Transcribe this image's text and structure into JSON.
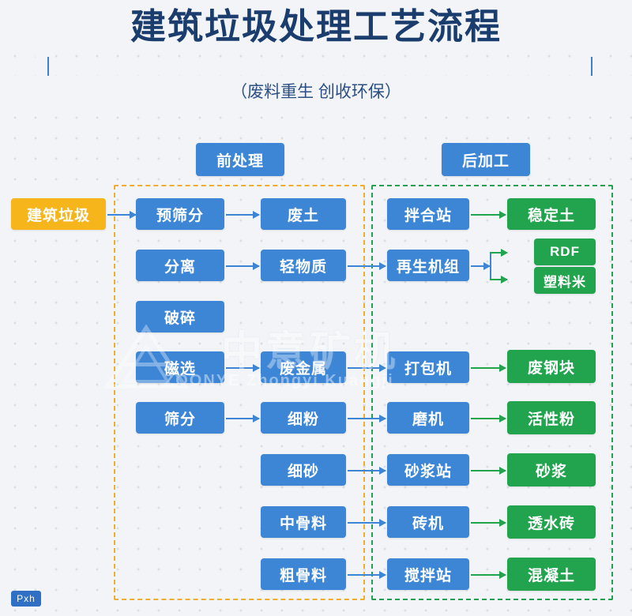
{
  "title": {
    "main": "建筑垃圾处理工艺流程",
    "sub": "（废料重生  创收环保）"
  },
  "groups": {
    "pre_label": "前处理",
    "post_label": "后加工"
  },
  "input_node": "建筑垃圾",
  "columns": {
    "process": [
      "预筛分",
      "分离",
      "破碎",
      "磁选",
      "筛分"
    ],
    "material": [
      "废土",
      "轻物质",
      "废金属",
      "细粉",
      "细砂",
      "中骨料",
      "粗骨料"
    ],
    "equipment": [
      "拌合站",
      "再生机组",
      "打包机",
      "磨机",
      "砂浆站",
      "砖机",
      "搅拌站"
    ],
    "product": [
      "稳定土",
      "RDF",
      "塑料米",
      "废钢块",
      "活性粉",
      "砂浆",
      "透水砖",
      "混凝土"
    ]
  },
  "watermark": {
    "main": "中意矿机",
    "sub": "ZOONYE  Zhongyi Kuangji"
  },
  "badge": "Pxh",
  "colors": {
    "blue": "#3d86d6",
    "green": "#22a44e",
    "orange": "#f5b51b",
    "title": "#1a3d6e",
    "frame": "#3f7fd0"
  }
}
